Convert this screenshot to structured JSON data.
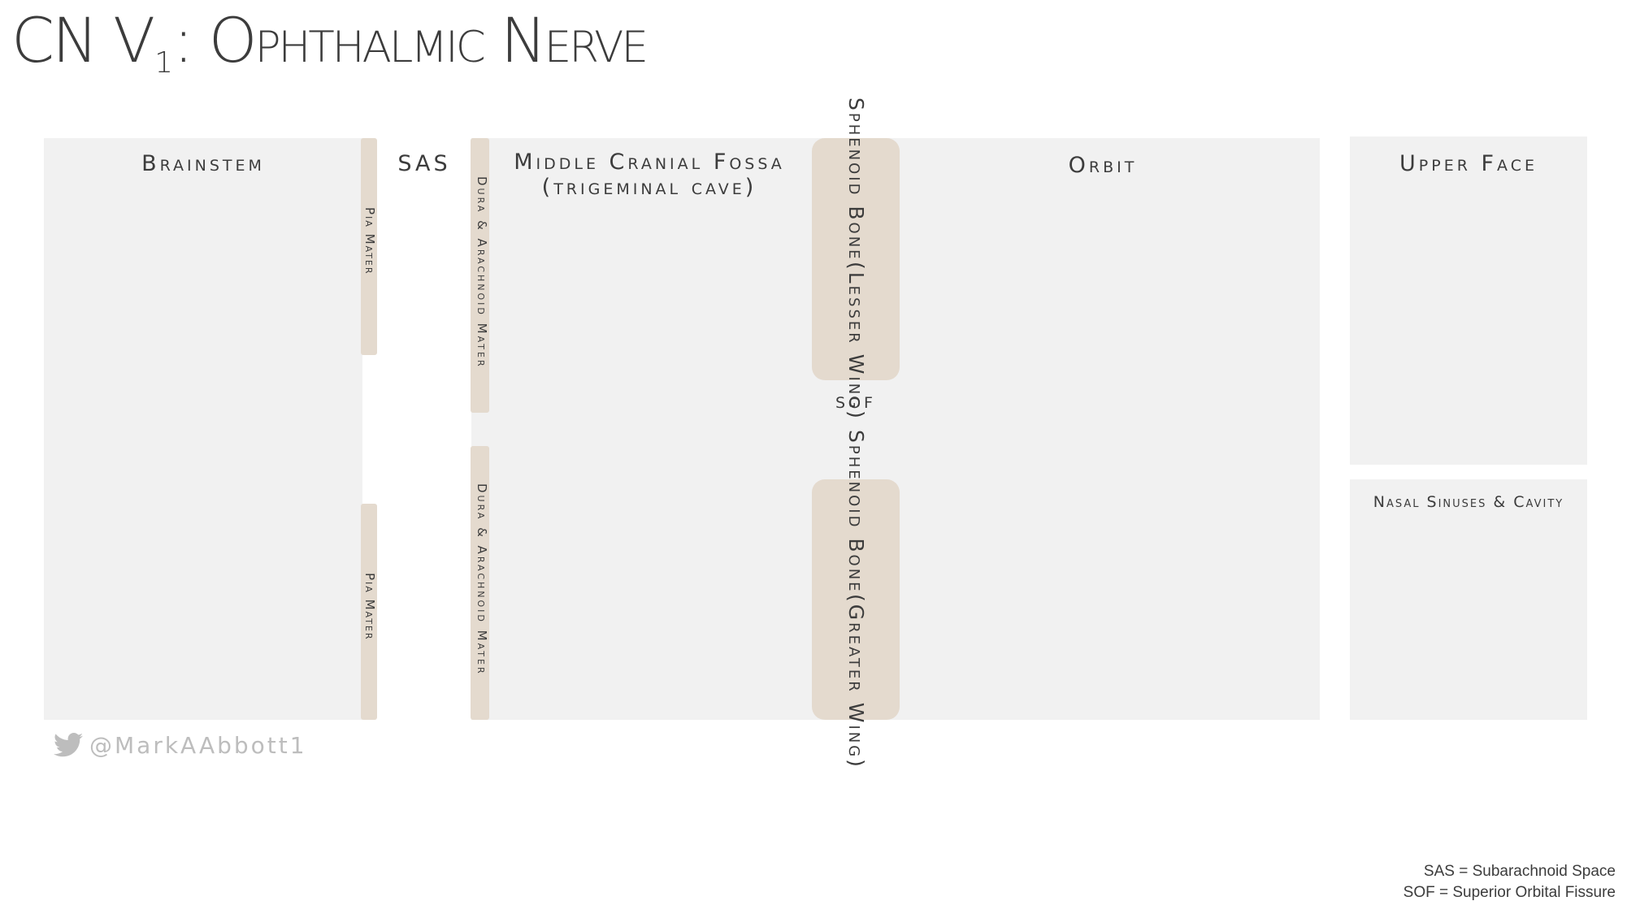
{
  "title": {
    "prefix": "CN V",
    "subscript": "1",
    "rest": ": Ophthalmic Nerve"
  },
  "regions": {
    "brainstem": "Brainstem",
    "sas": "SAS",
    "middle_cranial_fossa_line1": "Middle Cranial Fossa",
    "middle_cranial_fossa_line2": "(trigeminal cave)",
    "orbit": "Orbit",
    "upper_face": "Upper Face",
    "nasal": "Nasal Sinuses & Cavity",
    "sof": "SOF"
  },
  "membranes": {
    "pia_mater_top": "Pia Mater",
    "pia_mater_bottom": "Pia Mater",
    "dura_top": "Dura & Arachnoid Mater",
    "dura_bottom": "Dura & Arachnoid Mater"
  },
  "bones": {
    "lesser_line1": "Sphenoid Bone",
    "lesser_line2": "(Lesser Wing)",
    "greater_line1": "Sphenoid Bone",
    "greater_line2": "(Greater Wing)"
  },
  "footer": {
    "handle": "@MarkAAbbott1",
    "handle_icon": "twitter-bird-icon"
  },
  "legend": {
    "line1": "SAS = Subarachnoid Space",
    "line2": "SOF = Superior Orbital Fissure"
  }
}
